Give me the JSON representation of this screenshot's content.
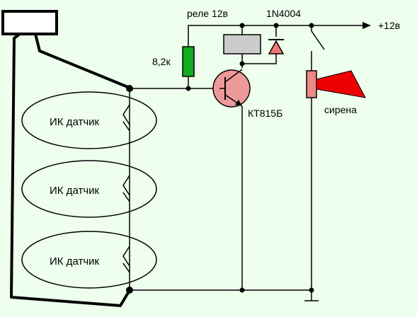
{
  "labels": {
    "relay": "реле 12в",
    "diode": "1N4004",
    "supply": "+12в",
    "resistor": "8,2к",
    "transistor": "КТ815Б",
    "siren": "сирена"
  },
  "sensors": [
    {
      "label": "ИК датчик"
    },
    {
      "label": "ИК датчик"
    },
    {
      "label": "ИК датчик"
    }
  ],
  "colors": {
    "background": "#eeffee",
    "resistor": "#11aa22",
    "relay_coil": "#cccccc",
    "diode": "#ee7777",
    "transistor": "#ee9999",
    "siren_body": "#ee8888",
    "siren_horn": "#ee0000"
  }
}
